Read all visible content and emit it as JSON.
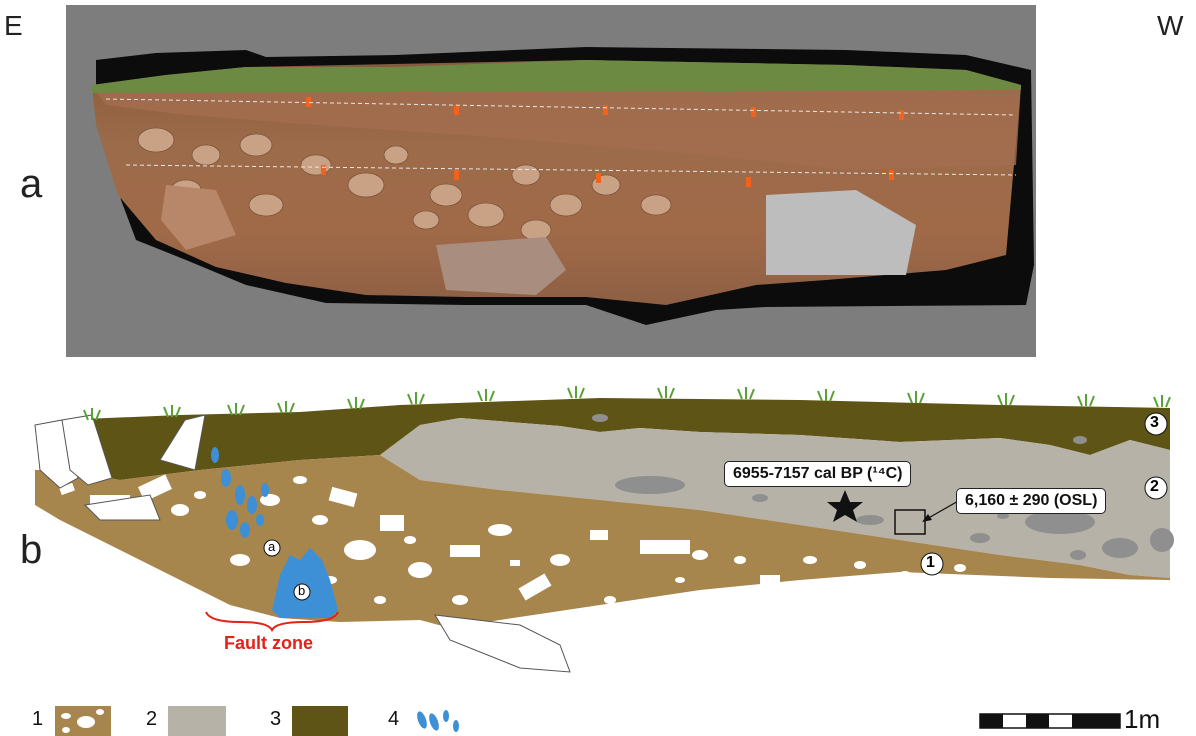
{
  "orientation": {
    "east": "E",
    "west": "W"
  },
  "panels": {
    "a": "a",
    "b": "b"
  },
  "annotations": {
    "c14": "6955-7157 cal BP (¹⁴C)",
    "osl": "6,160 ± 290 (OSL)",
    "fault_zone": "Fault zone",
    "marker_a": "a",
    "marker_b": "b"
  },
  "units": [
    {
      "id": "1",
      "color": "#a7864e"
    },
    {
      "id": "2",
      "color": "#b7b2a7"
    },
    {
      "id": "3",
      "color": "#5e5416"
    }
  ],
  "legend": [
    {
      "num": "1",
      "swatch": "unit-1"
    },
    {
      "num": "2",
      "swatch": "unit-2"
    },
    {
      "num": "3",
      "swatch": "unit-3"
    },
    {
      "num": "4",
      "swatch": "water-blue"
    }
  ],
  "colors": {
    "photo_background": "#7d7d7d",
    "water": "#3d8fd6",
    "fault_label": "#e32219",
    "grass": "#5aa238"
  },
  "scale_bar": {
    "label": "1m"
  }
}
